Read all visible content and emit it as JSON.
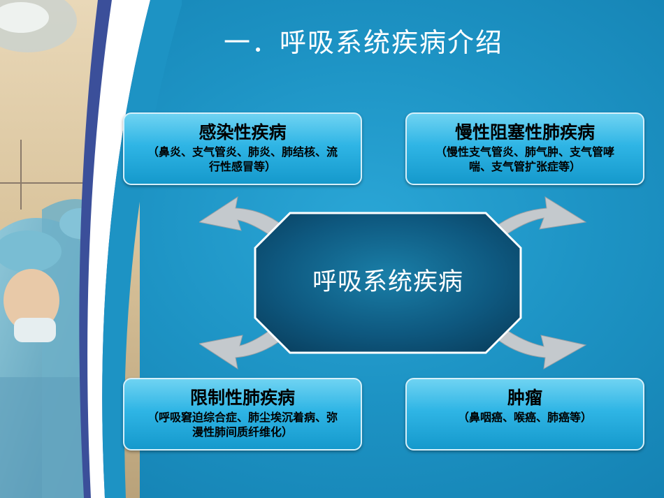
{
  "slide": {
    "title": "一．呼吸系统疾病介绍",
    "center_label": "呼吸系统疾病",
    "categories": [
      {
        "heading": "感染性疾病",
        "detail": "（鼻炎、支气管炎、肺炎、肺结核、流行性感冒等）"
      },
      {
        "heading": "慢性阻塞性肺疾病",
        "detail": "（慢性支气管炎、肺气肿、支气管哮喘、支气管扩张症等）"
      },
      {
        "heading": "限制性肺疾病",
        "detail": "（呼吸窘迫综合症、肺尘埃沉着病、弥漫性肺间质纤维化）"
      },
      {
        "heading": "肿瘤",
        "detail": "（鼻咽癌、喉癌、肺癌等）"
      }
    ]
  },
  "colors": {
    "background": "#1d93c4",
    "box_fill": "#2fb5e5",
    "center_fill": "#0e4f73",
    "side_band": "#3b4f9a",
    "arrow": "#bfc4c8"
  }
}
